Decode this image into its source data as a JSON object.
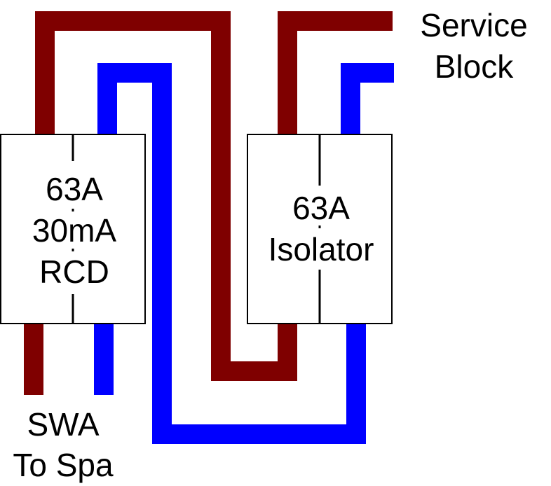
{
  "labels": {
    "service_line1": "Service",
    "service_line2": "Block",
    "swa_line1": "SWA",
    "swa_line2": "To Spa"
  },
  "rcd": {
    "rating": "63A",
    "sensitivity": "30mA",
    "name": "RCD"
  },
  "isolator": {
    "rating": "63A",
    "name": "Isolator"
  },
  "colors": {
    "live": "#7f0000",
    "neutral": "#0000ff",
    "box_stroke": "#000000",
    "background": "#ffffff",
    "text": "#000000"
  }
}
